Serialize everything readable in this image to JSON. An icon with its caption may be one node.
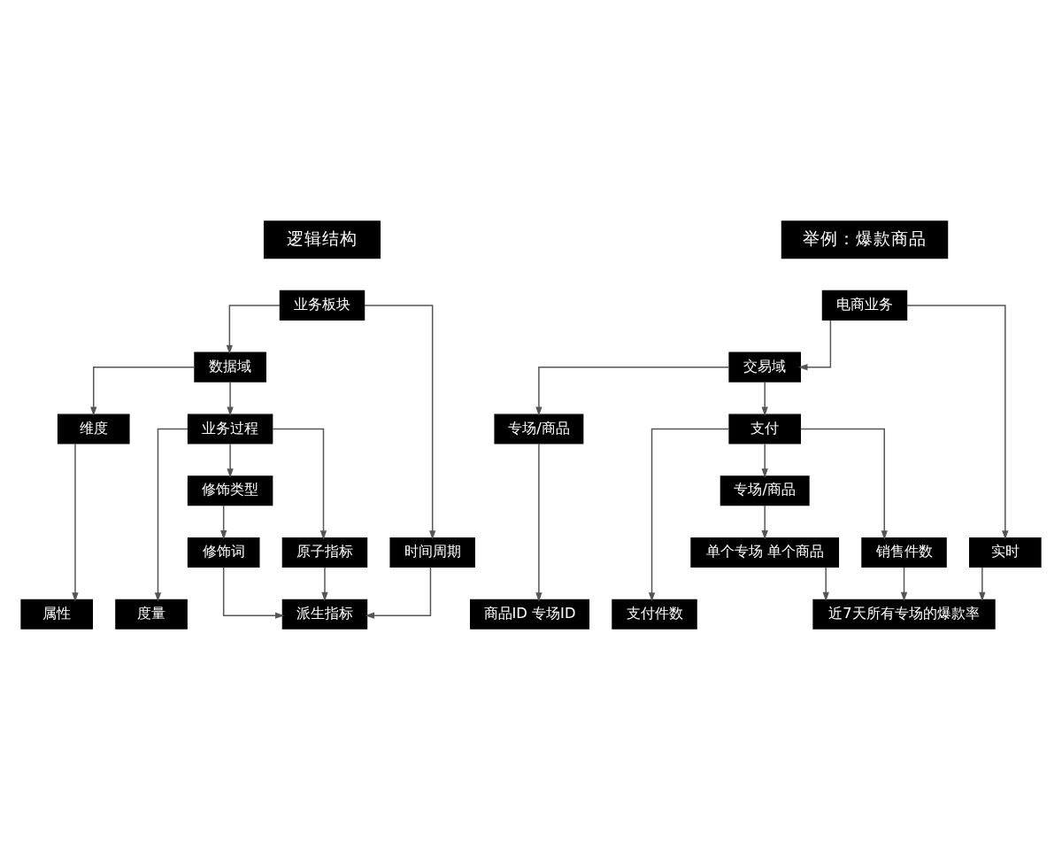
{
  "diagram": {
    "nodes": [
      {
        "text": [
          "逻辑结构"
        ]
      },
      {
        "text": [
          "业务板块"
        ]
      },
      {
        "text": [
          "数据域"
        ]
      },
      {
        "text": [
          "业务过程"
        ]
      },
      {
        "text": [
          "维度"
        ]
      },
      {
        "text": [
          "修饰类型"
        ]
      },
      {
        "text": [
          "时间周期"
        ]
      },
      {
        "text": [
          "修饰词"
        ]
      },
      {
        "text": [
          "原子指标"
        ]
      },
      {
        "text": [
          "派生指标"
        ]
      },
      {
        "text": [
          "度量"
        ]
      },
      {
        "text": [
          "属性"
        ]
      },
      {
        "text": [
          "举例：爆款商品"
        ]
      },
      {
        "text": [
          "电商业务"
        ]
      },
      {
        "text": [
          "交易域"
        ]
      },
      {
        "text": [
          "支付"
        ]
      },
      {
        "text": [
          "专场/商品"
        ]
      },
      {
        "text": [
          "专场/商品"
        ]
      },
      {
        "text": [
          "实时"
        ]
      },
      {
        "text": [
          "单个专场 单个商品"
        ]
      },
      {
        "text": [
          "销售件数"
        ]
      },
      {
        "text": [
          "近7天所有专场的爆款率"
        ]
      },
      {
        "text": [
          "支付件数"
        ]
      },
      {
        "text": [
          "商品ID 专场ID"
        ]
      }
    ],
    "edges": [
      {
        "from": 1,
        "to": 2,
        "arrow": "to"
      },
      {
        "from": 1,
        "to": 6,
        "arrow": "to"
      },
      {
        "from": 2,
        "to": 3,
        "arrow": "to"
      },
      {
        "from": 2,
        "to": 4,
        "arrow": "to"
      },
      {
        "from": 3,
        "to": 5,
        "arrow": "to"
      },
      {
        "from": 3,
        "to": 8,
        "arrow": "to"
      },
      {
        "from": 3,
        "to": 10,
        "arrow": "to"
      },
      {
        "from": 5,
        "to": 7,
        "arrow": "to"
      },
      {
        "from": 6,
        "to": 9,
        "arrow": "to"
      },
      {
        "from": 7,
        "to": 9,
        "arrow": "to"
      },
      {
        "from": 8,
        "to": 9,
        "arrow": "to"
      },
      {
        "from": 4,
        "to": 11,
        "arrow": "to"
      },
      {
        "from": 13,
        "to": 14,
        "arrow": "to"
      },
      {
        "from": 13,
        "to": 18,
        "arrow": "to"
      },
      {
        "from": 14,
        "to": 15,
        "arrow": "to"
      },
      {
        "from": 14,
        "to": 16,
        "arrow": "to"
      },
      {
        "from": 15,
        "to": 17,
        "arrow": "to"
      },
      {
        "from": 15,
        "to": 20,
        "arrow": "to"
      },
      {
        "from": 15,
        "to": 22,
        "arrow": "to"
      },
      {
        "from": 17,
        "to": 19,
        "arrow": "to"
      },
      {
        "from": 18,
        "to": 21,
        "arrow": "to"
      },
      {
        "from": 19,
        "to": 21,
        "arrow": "to"
      },
      {
        "from": 20,
        "to": 21,
        "arrow": "to"
      },
      {
        "from": 16,
        "to": 23,
        "arrow": "to"
      }
    ]
  }
}
